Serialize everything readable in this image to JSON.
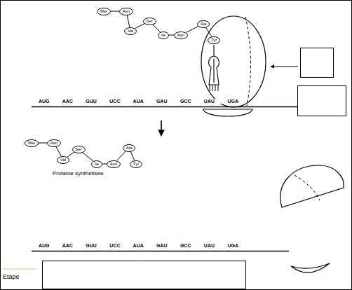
{
  "diagram": {
    "nodes": [
      {
        "text": [
          "Met"
        ]
      },
      {
        "text": [
          "Asn"
        ]
      },
      {
        "text": [
          "Val"
        ]
      },
      {
        "text": [
          "Ser"
        ]
      },
      {
        "text": [
          "Ile"
        ]
      },
      {
        "text": [
          "Asn"
        ]
      },
      {
        "text": [
          "Ala"
        ]
      },
      {
        "text": [
          "Tyr"
        ]
      },
      {
        "text": [
          "Met"
        ]
      },
      {
        "text": [
          "Asn"
        ]
      },
      {
        "text": [
          "Val"
        ]
      },
      {
        "text": [
          "Ser"
        ]
      },
      {
        "text": [
          "Ile"
        ]
      },
      {
        "text": [
          "Asn"
        ]
      },
      {
        "text": [
          "Ala"
        ]
      },
      {
        "text": [
          "Tyr"
        ]
      }
    ],
    "edges": [
      {
        "from": 0,
        "to": 1,
        "arrow": "none"
      },
      {
        "from": 1,
        "to": 2,
        "arrow": "none"
      },
      {
        "from": 2,
        "to": 3,
        "arrow": "none"
      },
      {
        "from": 3,
        "to": 4,
        "arrow": "none"
      },
      {
        "from": 4,
        "to": 5,
        "arrow": "none"
      },
      {
        "from": 5,
        "to": 6,
        "arrow": "none"
      },
      {
        "from": 6,
        "to": 7,
        "arrow": "none"
      },
      {
        "from": 8,
        "to": 9,
        "arrow": "none"
      },
      {
        "from": 9,
        "to": 10,
        "arrow": "none"
      },
      {
        "from": 10,
        "to": 11,
        "arrow": "none"
      },
      {
        "from": 11,
        "to": 12,
        "arrow": "none"
      },
      {
        "from": 12,
        "to": 13,
        "arrow": "none"
      },
      {
        "from": 13,
        "to": 14,
        "arrow": "none"
      },
      {
        "from": 14,
        "to": 15,
        "arrow": "none"
      }
    ],
    "labels": [
      "AUG AAC GUU UCC AUA GAU GCC UAU UGA",
      "Protéine synthétisée",
      "AUG AAC GUU UCC AUA GAU GCC UAU UGA",
      "Etape"
    ]
  }
}
